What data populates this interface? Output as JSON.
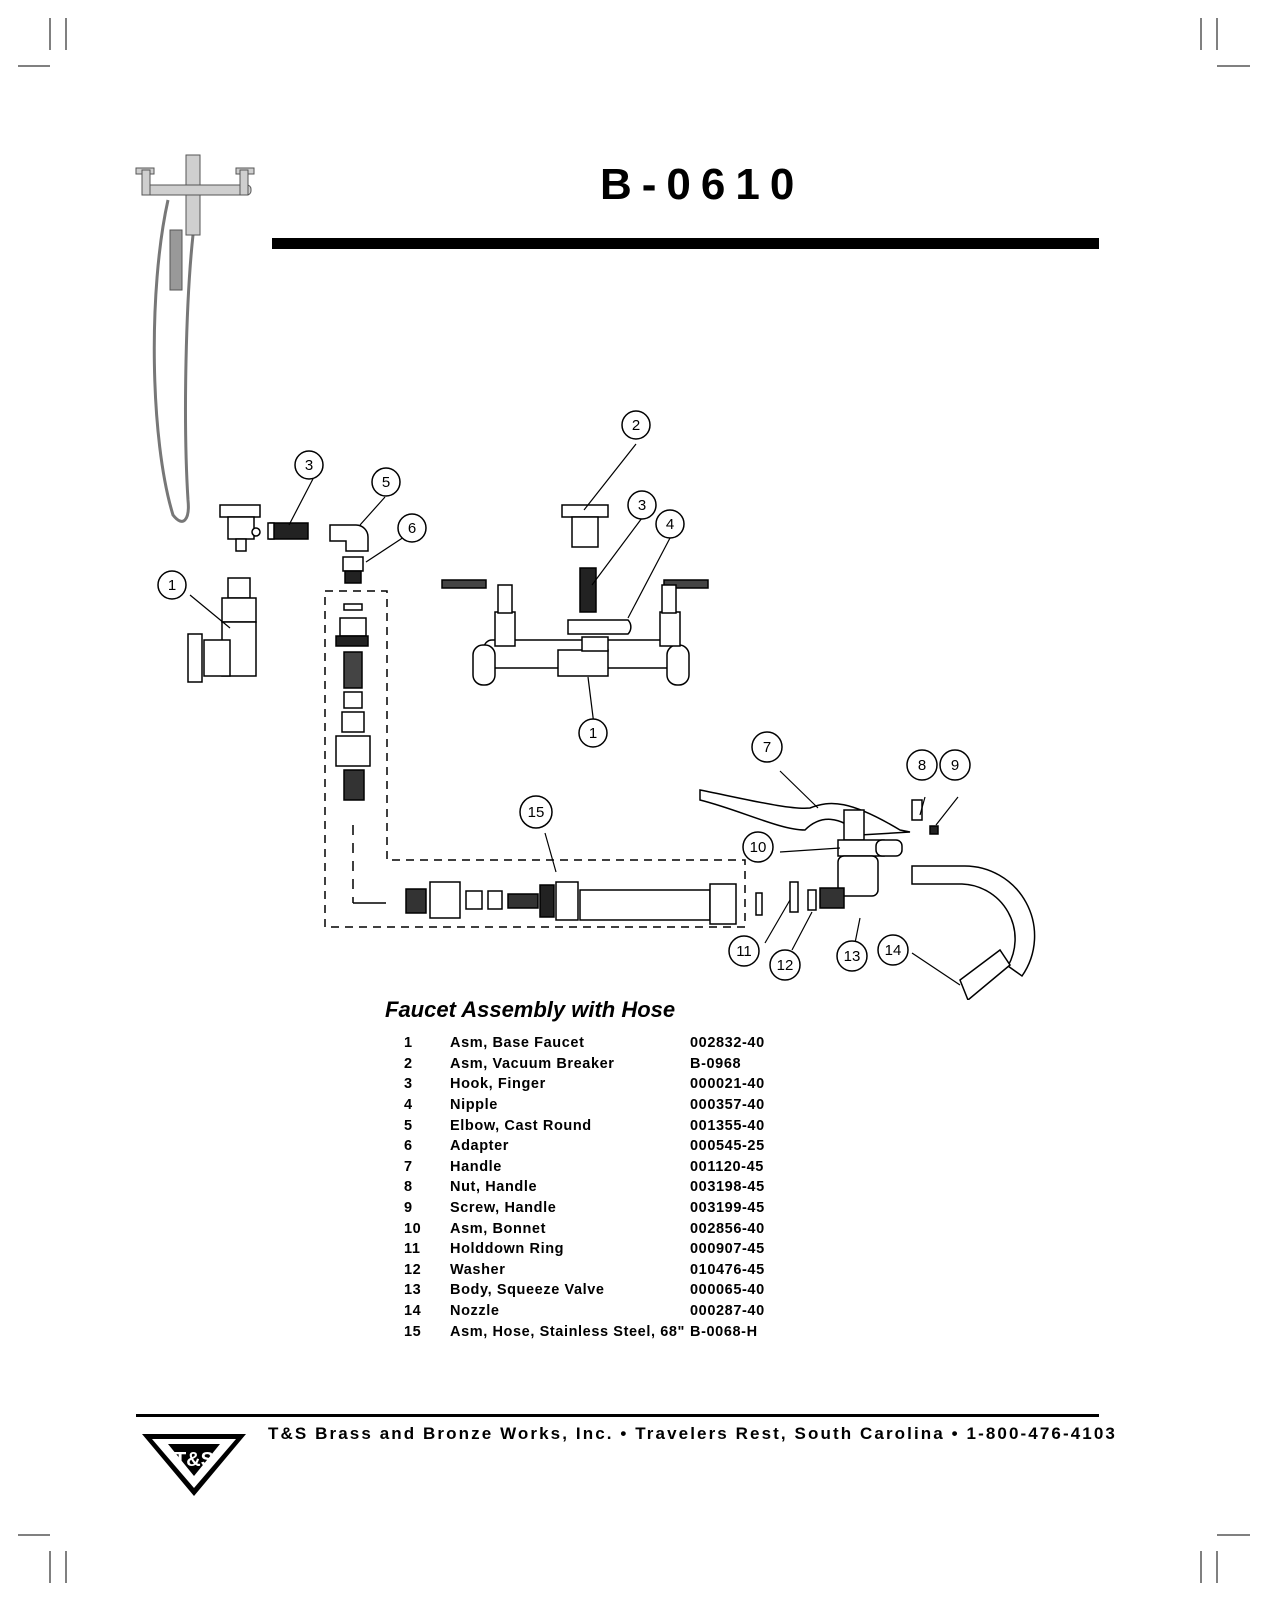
{
  "model_number": "B-0610",
  "section_heading": "Faucet Assembly with Hose",
  "parts": [
    {
      "no": "1",
      "description": "Asm, Base Faucet",
      "part_number": "002832-40"
    },
    {
      "no": "2",
      "description": "Asm, Vacuum Breaker",
      "part_number": "B-0968"
    },
    {
      "no": "3",
      "description": "Hook, Finger",
      "part_number": "000021-40"
    },
    {
      "no": "4",
      "description": "Nipple",
      "part_number": "000357-40"
    },
    {
      "no": "5",
      "description": "Elbow, Cast Round",
      "part_number": "001355-40"
    },
    {
      "no": "6",
      "description": "Adapter",
      "part_number": "000545-25"
    },
    {
      "no": "7",
      "description": "Handle",
      "part_number": "001120-45"
    },
    {
      "no": "8",
      "description": "Nut, Handle",
      "part_number": "003198-45"
    },
    {
      "no": "9",
      "description": "Screw, Handle",
      "part_number": "003199-45"
    },
    {
      "no": "10",
      "description": "Asm, Bonnet",
      "part_number": "002856-40"
    },
    {
      "no": "11",
      "description": "Holddown Ring",
      "part_number": "000907-45"
    },
    {
      "no": "12",
      "description": "Washer",
      "part_number": "010476-45"
    },
    {
      "no": "13",
      "description": "Body, Squeeze Valve",
      "part_number": "000065-40"
    },
    {
      "no": "14",
      "description": "Nozzle",
      "part_number": "000287-40"
    },
    {
      "no": "15",
      "description": "Asm, Hose, Stainless Steel, 68\"",
      "part_number": "B-0068-H"
    }
  ],
  "diagram_callouts": [
    "1",
    "2",
    "3",
    "4",
    "5",
    "6",
    "7",
    "8",
    "9",
    "10",
    "11",
    "12",
    "13",
    "14",
    "15",
    "1",
    "3"
  ],
  "footer_text": "T&S Brass and Bronze Works, Inc. • Travelers Rest, South Carolina • 1-800-476-4103",
  "logo_text": "T&S"
}
